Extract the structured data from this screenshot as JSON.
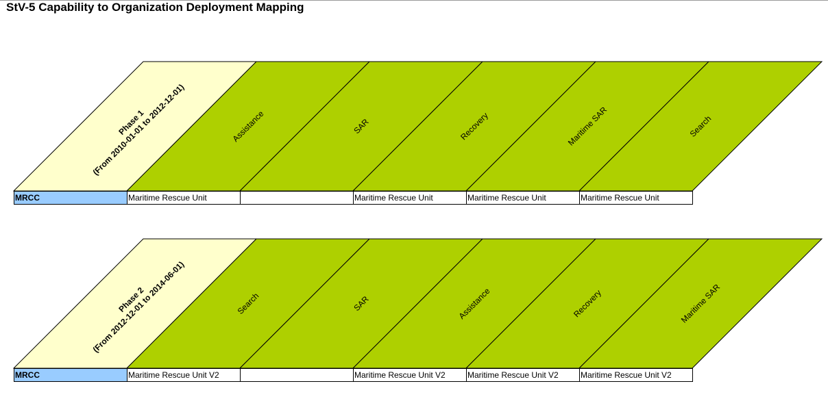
{
  "title": "StV-5 Capability to Organization Deployment Mapping",
  "colors": {
    "phase_header": "#ffffcc",
    "capability_header": "#aed000",
    "row_label": "#99ccff",
    "cell": "#ffffff",
    "border": "#000000"
  },
  "phases": [
    {
      "phase_label": "Phase 1",
      "phase_range": "(From 2010-01-01 to 2012-12-01)",
      "capabilities": [
        "Assistance",
        "SAR",
        "Recovery",
        "Maritime SAR",
        "Search"
      ],
      "row_label": "MRCC",
      "cells": [
        "Maritime Rescue Unit",
        "",
        "Maritime Rescue Unit",
        "Maritime Rescue Unit",
        "Maritime Rescue Unit"
      ]
    },
    {
      "phase_label": "Phase 2",
      "phase_range": "(From 2012-12-01 to 2014-06-01)",
      "capabilities": [
        "Search",
        "SAR",
        "Assistance",
        "Recovery",
        "Maritime SAR"
      ],
      "row_label": "MRCC",
      "cells": [
        "Maritime Rescue Unit V2",
        "",
        "Maritime Rescue Unit V2",
        "Maritime Rescue Unit V2",
        "Maritime Rescue Unit V2"
      ]
    }
  ]
}
